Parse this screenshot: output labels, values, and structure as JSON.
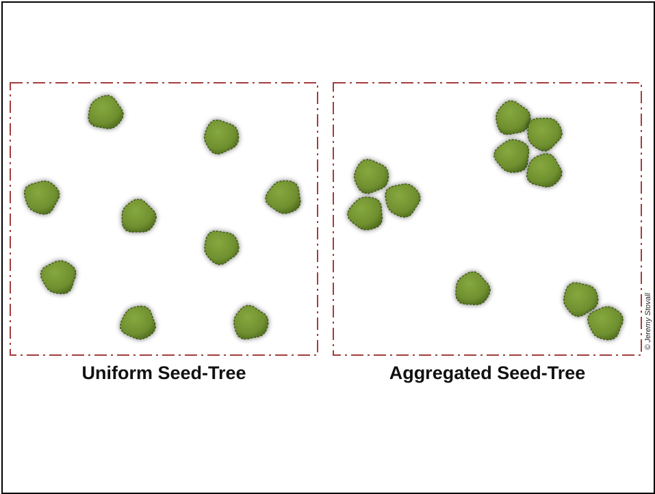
{
  "colors": {
    "border": "#a23b3b",
    "tree_fill": "#6f8f2f",
    "tree_fill_light": "#86a83e",
    "tree_fill_dark": "#4f6c1e",
    "tree_outline": "#3f5a17",
    "caption": "#111111"
  },
  "panels": [
    {
      "name": "uniform",
      "caption": "Uniform Seed-Tree",
      "tree_count": 9,
      "pattern": "uniform"
    },
    {
      "name": "aggregated",
      "caption": "Aggregated Seed-Tree",
      "tree_count": 10,
      "pattern": "clustered"
    }
  ],
  "credit": "© Jeremy Stovall"
}
